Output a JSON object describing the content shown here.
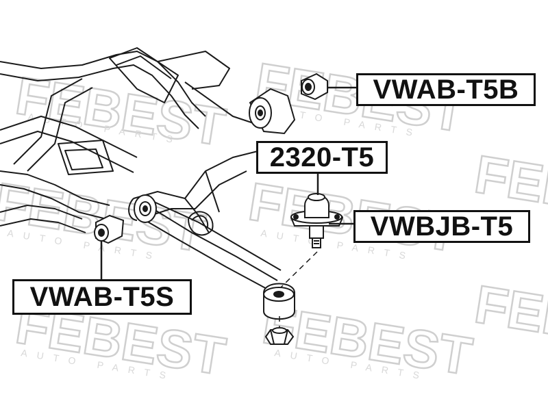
{
  "watermark": {
    "brand": "FEBEST",
    "tagline": "AUTO PARTS"
  },
  "labels": {
    "bushing_rear": "VWAB-T5B",
    "control_arm": "2320-T5",
    "ball_joint": "VWBJB-T5",
    "bushing_front": "VWAB-T5S"
  },
  "colors": {
    "line": "#1a1a1a",
    "watermark": "#d4d4d4",
    "background": "#ffffff"
  }
}
